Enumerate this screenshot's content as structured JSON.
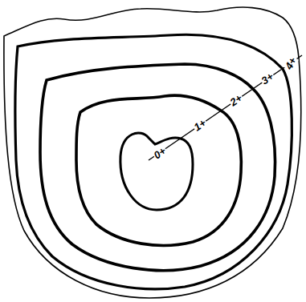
{
  "diagram": {
    "labels": [
      "0+",
      "1+",
      "2+",
      "3+",
      "4+"
    ]
  }
}
